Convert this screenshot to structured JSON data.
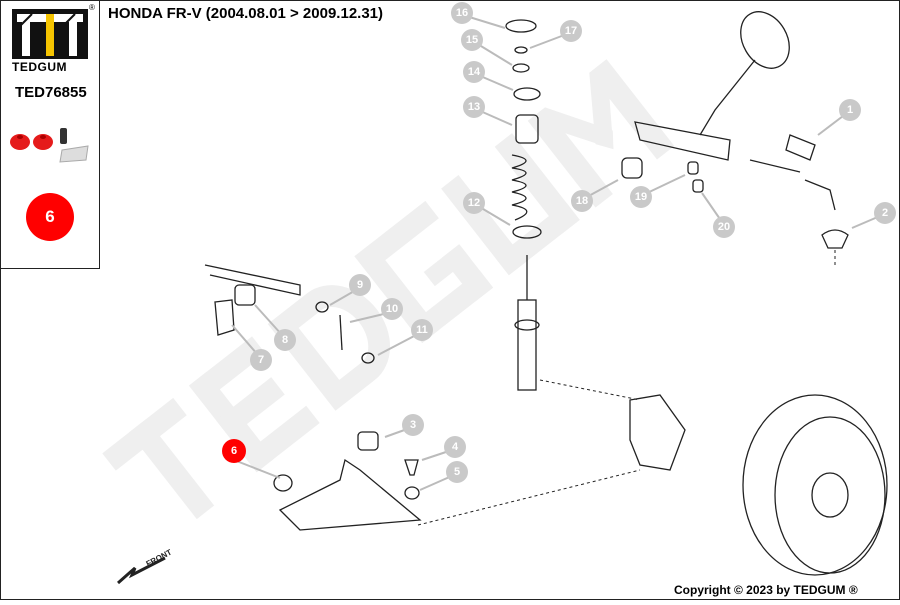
{
  "brand": {
    "name": "TEDGUM",
    "registered": "®"
  },
  "product": {
    "part_number": "TED76855",
    "position_badge": "6"
  },
  "header": {
    "title": "HONDA FR-V  (2004.08.01 > 2009.12.31)"
  },
  "diagram": {
    "watermark": "TEDGUM",
    "front_label": "FRONT",
    "highlighted": "6",
    "highlight_color": "#ff0000",
    "callouts": [
      "1",
      "2",
      "3",
      "4",
      "5",
      "6",
      "7",
      "8",
      "9",
      "10",
      "11",
      "12",
      "13",
      "14",
      "15",
      "16",
      "17",
      "18",
      "19",
      "20"
    ]
  },
  "footer": {
    "copyright": "Copyright © 2023 by TEDGUM ®"
  }
}
